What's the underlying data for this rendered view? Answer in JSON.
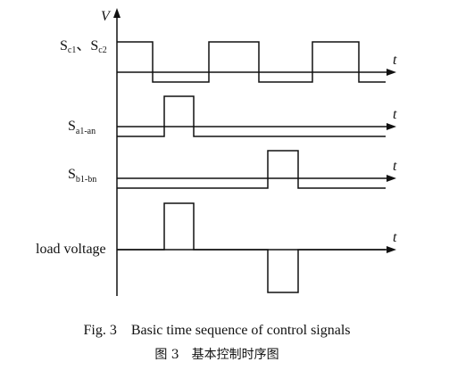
{
  "figure": {
    "axis_letter_v": "V",
    "axis_letter_t": "t",
    "rows": [
      {
        "id": "sc",
        "label_prefix": "S",
        "label_sub": "c1",
        "label_mid": "、S",
        "label_sub2": "c2"
      },
      {
        "id": "sa",
        "label_prefix": "S",
        "label_sub": "a1-an"
      },
      {
        "id": "sb",
        "label_prefix": "S",
        "label_sub": "b1-bn"
      },
      {
        "id": "load",
        "label": "load voltage"
      }
    ],
    "caption_en": "Fig. 3　Basic time sequence of control signals",
    "caption_zh": "图 3　基本控制时序图"
  }
}
